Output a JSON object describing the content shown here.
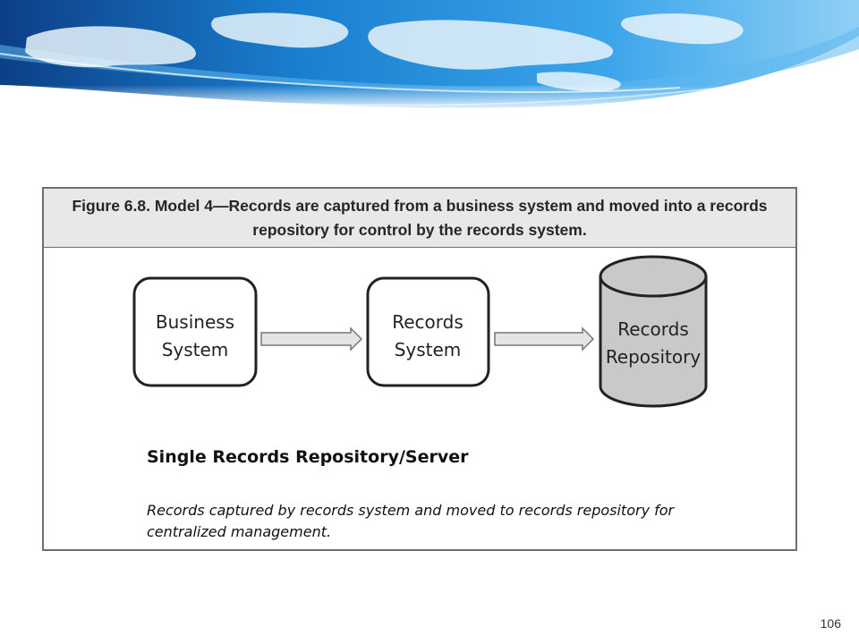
{
  "slide": {
    "page_number": "106"
  },
  "figure": {
    "caption": "Figure 6.8. Model 4—Records are captured from a business system and moved into a records repository for control by the records system.",
    "nodes": {
      "business_system": {
        "line1": "Business",
        "line2": "System"
      },
      "records_system": {
        "line1": "Records",
        "line2": "System"
      },
      "records_repository": {
        "line1": "Records",
        "line2": "Repository"
      }
    },
    "section_title": "Single Records Repository/Server",
    "description": "Records captured by records system and moved to records repository for centralized management."
  },
  "colors": {
    "banner_blue": "#1a7fd0",
    "caption_background": "#e8e8e8",
    "repository_fill": "#c9c9c9"
  }
}
